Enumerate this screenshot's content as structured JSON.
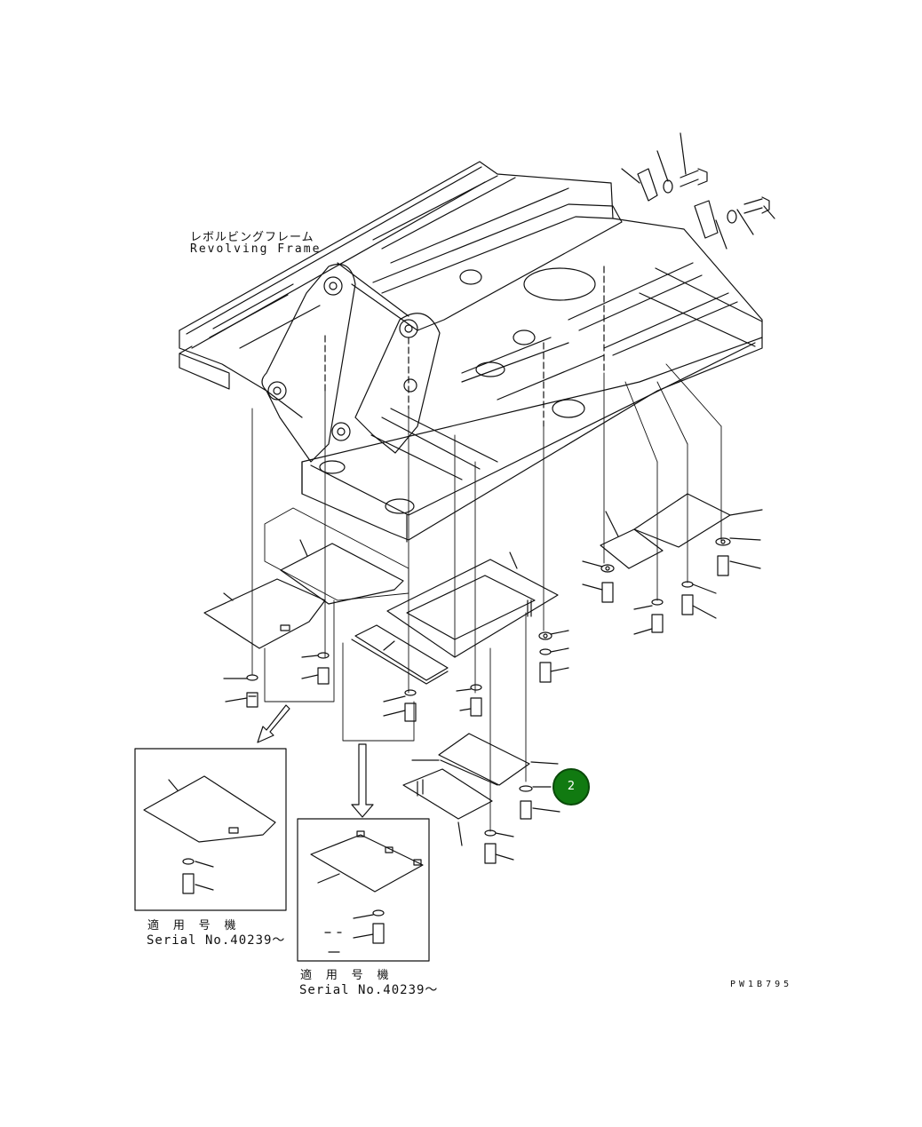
{
  "diagram": {
    "frame_label_jp": "レボルビングフレーム",
    "frame_label_en": "Revolving Frame",
    "inset_left": {
      "label_jp": "適 用 号 機",
      "label_en": "Serial No.40239～"
    },
    "inset_right": {
      "label_jp": "適 用 号 機",
      "label_en": "Serial No.40239～"
    },
    "drawing_code": "PW1B795",
    "callout_number": "2",
    "callout_color": "#117a11"
  }
}
